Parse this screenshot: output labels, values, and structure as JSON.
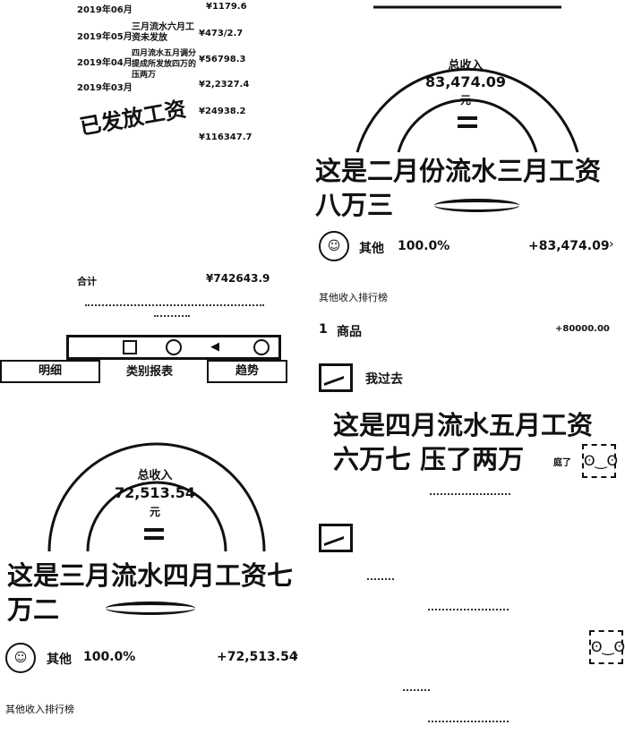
{
  "top_left": {
    "rows": [
      {
        "date": "2019年06月",
        "desc": "",
        "amount": "¥1179.6"
      },
      {
        "date": "2019年05月",
        "desc": "三月流水六月工资未发放",
        "amount": "¥473/2.7"
      },
      {
        "date": "2019年04月",
        "desc": "四月流水五月调分提成所发放四万的压两万",
        "amount": "¥56798.3"
      },
      {
        "date": "2019年03月",
        "desc": "",
        "amount": "¥2,2327.4"
      },
      {
        "date": "",
        "desc": "",
        "amount": "¥24938.2"
      },
      {
        "date": "",
        "desc": "",
        "amount": "¥116347.7"
      }
    ],
    "stamp": "已发放工资",
    "total_label": "合计",
    "total_amount": "¥742643.9"
  },
  "toolbar": {
    "tab_detail": "明细",
    "tab_category": "类别报表",
    "tab_trend": "趋势"
  },
  "top_right": {
    "income_label": "总收入",
    "income_value": "83,474.09",
    "income_unit": "元",
    "caption": "这是二月份流水三月工资八万三",
    "category_name": "其他",
    "category_pct": "100.0%",
    "category_amount": "+83,474.09",
    "ranking_title": "其他收入排行榜",
    "rank_no": "1",
    "rank_name": "商品",
    "rank_amount": "+80000.00",
    "user_name": "我过去",
    "caption2": "这是四月流水五月工资六万七 压了两万",
    "reaction_label": "庭了"
  },
  "bottom_left": {
    "income_label": "总收入",
    "income_value": "72,513.54",
    "income_unit": "元",
    "caption": "这是三月流水四月工资七万二",
    "category_name": "其他",
    "category_pct": "100.0%",
    "category_amount": "+72,513.54",
    "ranking_title": "其他收入排行榜"
  }
}
